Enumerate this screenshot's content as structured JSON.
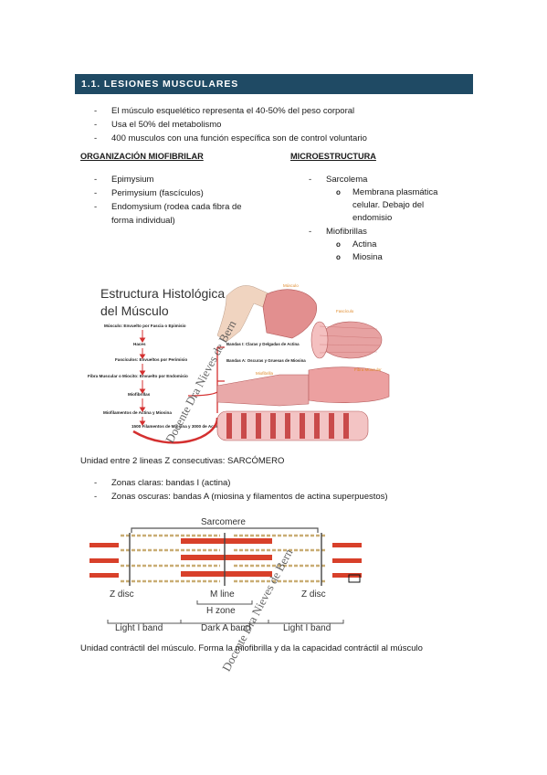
{
  "header": {
    "title": "1.1. LESIONES MUSCULARES"
  },
  "intro_bullets": [
    "El músculo esquelético representa el 40-50% del peso corporal",
    "Usa el 50% del metabolismo",
    "400 musculos con una función específica son de control voluntario"
  ],
  "left_section": {
    "title": "ORGANIZACIÓN MIOFIBRILAR",
    "items": [
      "Epimysium",
      "Perimysium (fascículos)",
      "Endomysium (rodea cada fibra de forma individual)"
    ]
  },
  "right_section": {
    "title": "MICROESTRUCTURA",
    "sarcolema": "Sarcolema",
    "sarcolema_sub": "Membrana plasmática celular. Debajo del endomisio",
    "miofibrillas": "Miofibrillas",
    "miofibrillas_sub": [
      "Actina",
      "Miosina"
    ]
  },
  "figure1": {
    "title_line1": "Estructura Histológica",
    "title_line2": "del Músculo",
    "steps": [
      "Músculo: Envuelto por Fascia o Epimisio",
      "Haces",
      "Fascículos: Envueltos por Perimisio",
      "Fibra Muscular o Miocito: Envuelto por Endomisio",
      "Miofibrillas",
      "Miofilamentos de Actina y Miosina",
      "1500 Filamentos de Miosina y 3000 de Actina"
    ],
    "bands_label": "Bandas I: Claras y Delgadas de Actina",
    "bands_a_label": "Bandas A: Oscuras y Gruesas de Miosina",
    "labels": [
      "Músculo",
      "Fascículo",
      "Fibra Muscular",
      "Miofibrilla"
    ]
  },
  "caption1": "Unidad entre 2 lineas Z consecutivas: SARCÓMERO",
  "zones": [
    "Zonas claras: bandas I (actina)",
    "Zonas oscuras: bandas A (miosina y filamentos de actina superpuestos)"
  ],
  "figure2": {
    "sarcomere": "Sarcomere",
    "z_disc": "Z disc",
    "m_line": "M line",
    "h_zone": "H zone",
    "light_band": "Light I band",
    "dark_band": "Dark A band"
  },
  "caption2": "Unidad contráctil del músculo. Forma la miofibrilla y da la capacidad contráctil al músculo",
  "watermark": "Docente Dra Nieves de Bern"
}
